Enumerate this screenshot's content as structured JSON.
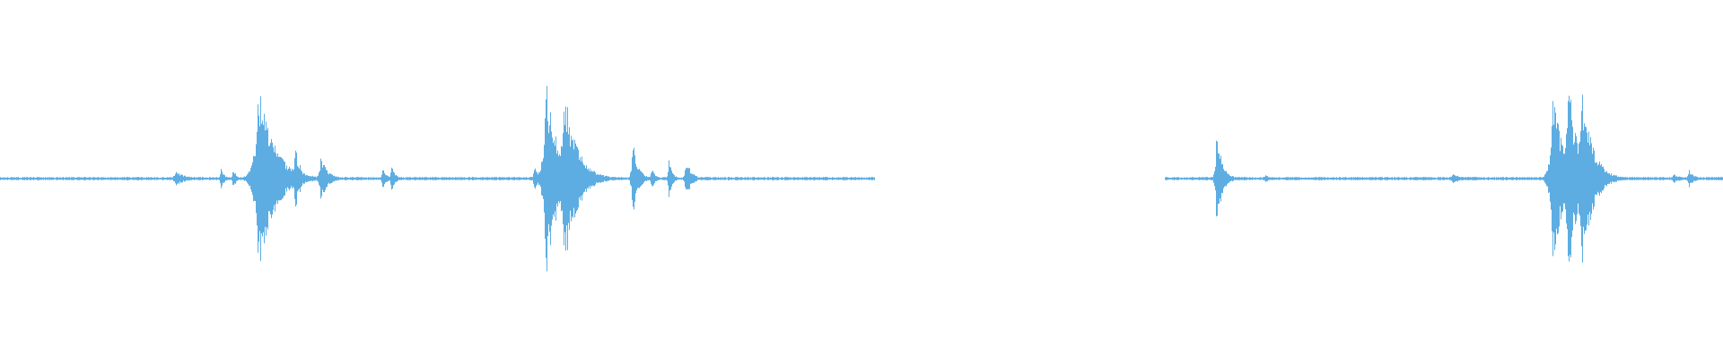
{
  "waveform": {
    "color": "#5dade2",
    "segments": [
      {
        "start": 0.0,
        "end": 0.508,
        "baseline_amplitude": 0.012,
        "bursts": [
          {
            "position": 0.102,
            "amplitude": 0.07,
            "decay": 0.006
          },
          {
            "position": 0.128,
            "amplitude": 0.1,
            "decay": 0.002
          },
          {
            "position": 0.135,
            "amplitude": 0.12,
            "decay": 0.002
          },
          {
            "position": 0.15,
            "amplitude": 0.93,
            "decay": 0.009
          },
          {
            "position": 0.171,
            "amplitude": 0.35,
            "decay": 0.003
          },
          {
            "position": 0.186,
            "amplitude": 0.22,
            "decay": 0.004
          },
          {
            "position": 0.222,
            "amplitude": 0.1,
            "decay": 0.003
          },
          {
            "position": 0.227,
            "amplitude": 0.15,
            "decay": 0.002
          },
          {
            "position": 0.31,
            "amplitude": 0.18,
            "decay": 0.002
          },
          {
            "position": 0.317,
            "amplitude": 0.95,
            "decay": 0.007
          },
          {
            "position": 0.327,
            "amplitude": 0.96,
            "decay": 0.007
          },
          {
            "position": 0.367,
            "amplitude": 0.38,
            "decay": 0.003
          },
          {
            "position": 0.378,
            "amplitude": 0.12,
            "decay": 0.002
          },
          {
            "position": 0.388,
            "amplitude": 0.2,
            "decay": 0.002
          },
          {
            "position": 0.398,
            "amplitude": 0.2,
            "decay": 0.003
          }
        ]
      },
      {
        "start": 0.676,
        "end": 1.0,
        "baseline_amplitude": 0.012,
        "bursts": [
          {
            "position": 0.706,
            "amplitude": 0.55,
            "decay": 0.003
          },
          {
            "position": 0.734,
            "amplitude": 0.04,
            "decay": 0.003
          },
          {
            "position": 0.843,
            "amplitude": 0.05,
            "decay": 0.005
          },
          {
            "position": 0.901,
            "amplitude": 0.92,
            "decay": 0.006
          },
          {
            "position": 0.91,
            "amplitude": 0.98,
            "decay": 0.006
          },
          {
            "position": 0.918,
            "amplitude": 0.92,
            "decay": 0.006
          },
          {
            "position": 0.971,
            "amplitude": 0.05,
            "decay": 0.004
          },
          {
            "position": 0.98,
            "amplitude": 0.09,
            "decay": 0.003
          }
        ]
      }
    ]
  }
}
